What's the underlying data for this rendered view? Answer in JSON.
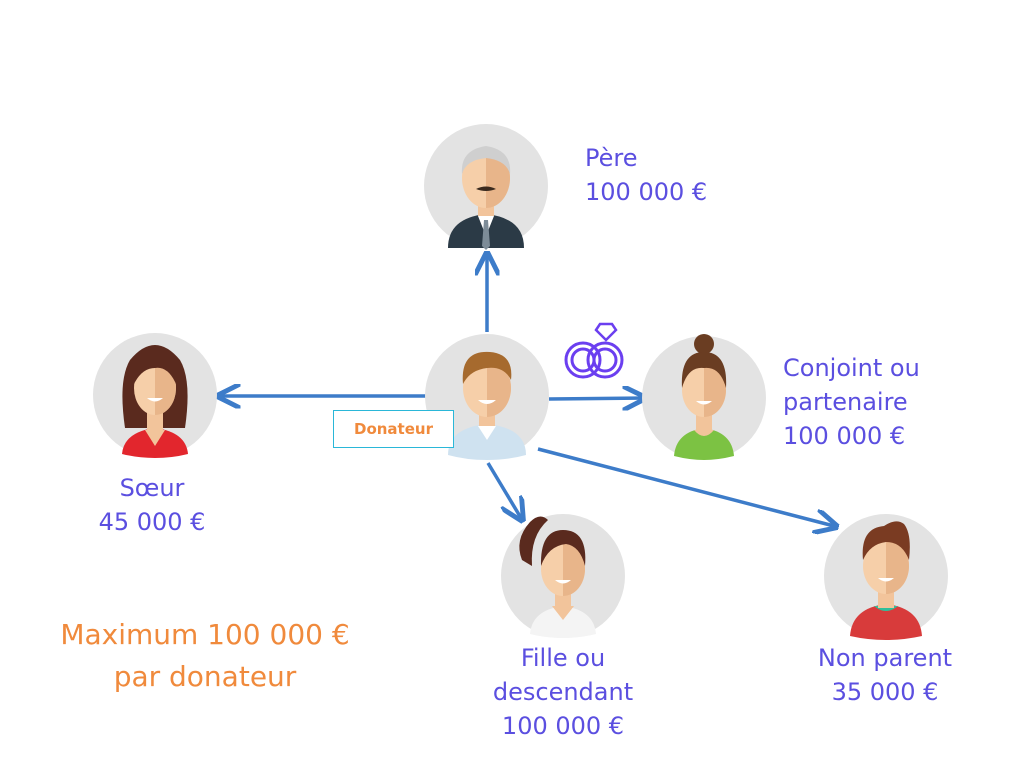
{
  "donor": {
    "tag": "Donateur"
  },
  "people": {
    "father": {
      "role": "Père",
      "amount": "100 000 €"
    },
    "spouse": {
      "role_line1": "Conjoint ou",
      "role_line2": "partenaire",
      "amount": "100 000 €"
    },
    "sister": {
      "role": "Sœur",
      "amount": "45 000 €"
    },
    "daughter": {
      "role_line1": "Fille ou",
      "role_line2": "descendant",
      "amount": "100 000 €"
    },
    "nonparent": {
      "role": "Non parent",
      "amount": "35 000 €"
    }
  },
  "note": {
    "line1": "Maximum 100 000 €",
    "line2": "par donateur"
  },
  "icons": [
    "rings-icon"
  ],
  "colors": {
    "arrow": "#3d7cc9",
    "label": "#5b4fe0",
    "note": "#f08a3c",
    "tag_border": "#2ab7d8",
    "circle": "#e3e3e3"
  }
}
